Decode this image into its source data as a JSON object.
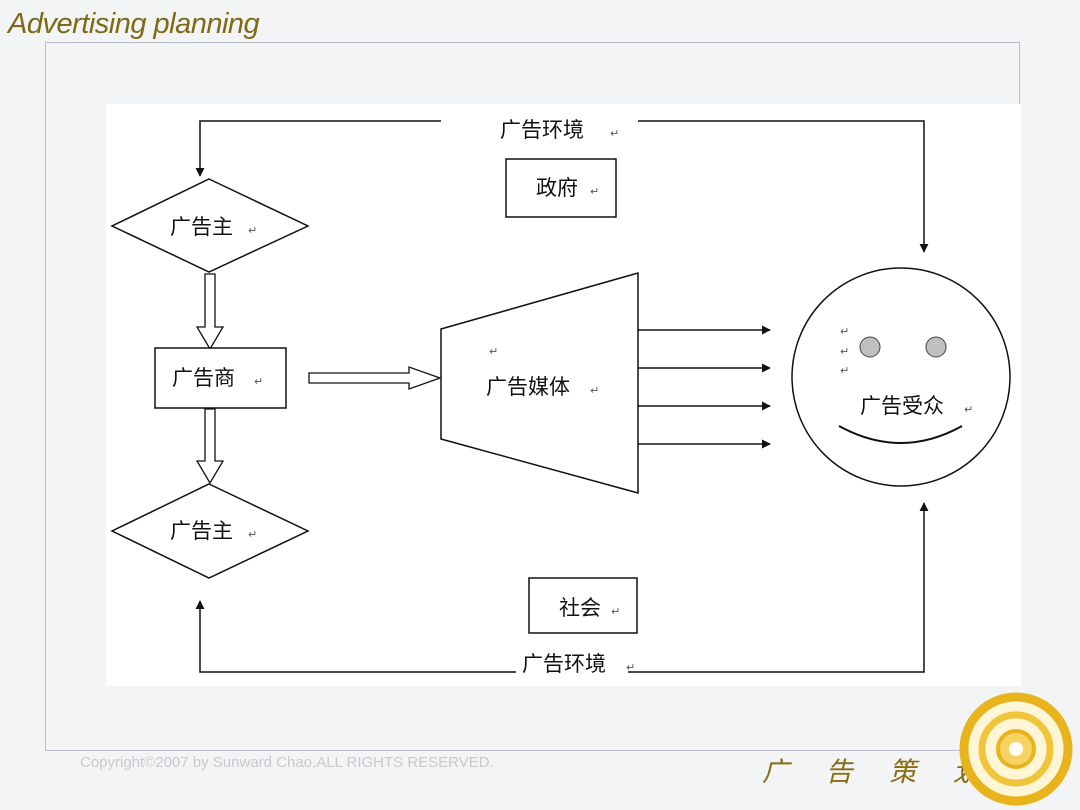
{
  "slide": {
    "title": "Advertising planning",
    "footer_copyright": "Copyright©2007 by Sunward Chao,ALL RIGHTS RESERVED.",
    "footer_brand": "广 告 策 划"
  },
  "diagram": {
    "top_environment": "广告环境",
    "government": "政府",
    "advertiser_top": "广告主",
    "agency": "广告商",
    "media": "广告媒体",
    "advertiser_bottom": "广告主",
    "audience": "广告受众",
    "society": "社会",
    "bottom_environment": "广告环境",
    "return_mark": "↵"
  },
  "colors": {
    "title": "#7c6b14",
    "brand": "#8a6d10",
    "target_gold": "#e8b41c",
    "line": "#111111"
  }
}
